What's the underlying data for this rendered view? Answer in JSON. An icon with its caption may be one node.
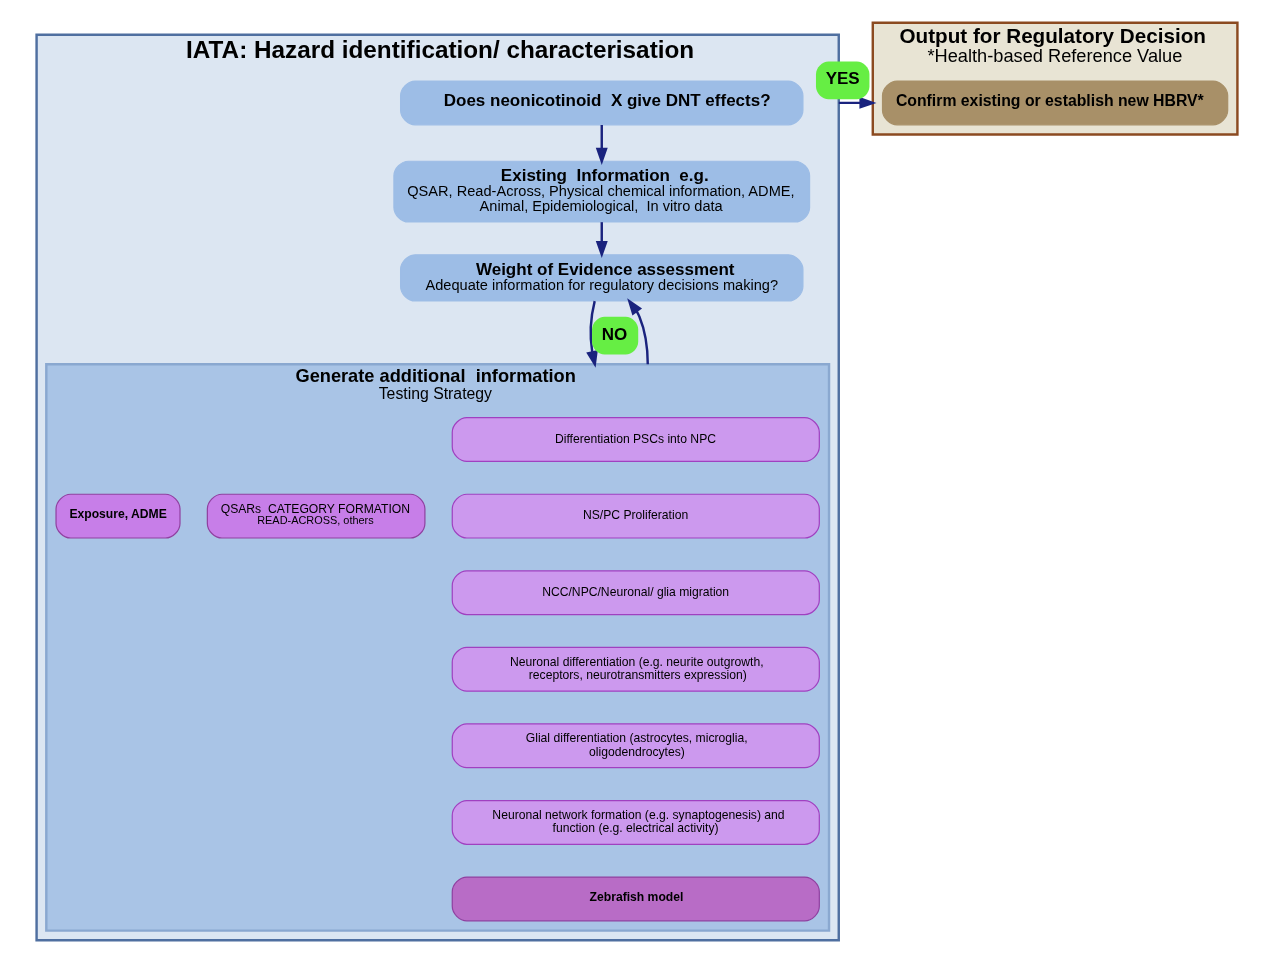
{
  "diagram": {
    "nodes": [
      {
        "text": [
          "IATA: Hazard identification/ characterisation"
        ]
      },
      {
        "text": [
          "Does neonicotinoid  X give DNT effects?"
        ],
        "in": 0
      },
      {
        "text": [
          "Existing  Information  e.g.",
          "QSAR, Read-Across, Physical chemical information, ADME, Animal, Epidemiological,  In vitro data"
        ],
        "in": 0
      },
      {
        "text": [
          "Weight of Evidence assessment",
          "Adequate information for regulatory decisions making?"
        ],
        "in": 0
      },
      {
        "text": [
          "Generate additional  information",
          "Testing Strategy"
        ],
        "in": 0
      },
      {
        "text": [
          "Differentiation PSCs into NPC"
        ],
        "in": 4
      },
      {
        "text": [
          "NS/PC Proliferation"
        ],
        "in": 4
      },
      {
        "text": [
          "NCC/NPC/Neuronal/ glia migration"
        ],
        "in": 4
      },
      {
        "text": [
          "Neuronal differentiation (e.g. neurite outgrowth,  receptors, neurotransmitters expression)"
        ],
        "in": 4
      },
      {
        "text": [
          "Glial differentiation (astrocytes, microglia, oligodendrocytes)"
        ],
        "in": 4
      },
      {
        "text": [
          "Neuronal network formation (e.g. synaptogenesis) and function (e.g. electrical activity)"
        ],
        "in": 4
      },
      {
        "text": [
          "Zebrafish model"
        ],
        "in": 4
      },
      {
        "text": [
          "QSARs  CATEGORY FORMATION",
          "READ-ACROSS, others"
        ],
        "in": 4
      },
      {
        "text": [
          "Exposure, ADME"
        ],
        "in": 4
      },
      {
        "text": [
          "Output for Regulatory Decision",
          "*Health-based Reference Value"
        ]
      },
      {
        "text": [
          "Confirm existing or establish new HBRV*"
        ],
        "in": 14
      }
    ],
    "edges": [
      {
        "from": 1,
        "to": 2,
        "arrow": "to"
      },
      {
        "from": 2,
        "to": 3,
        "arrow": "to"
      },
      {
        "from": 3,
        "to": 4,
        "arrow": "to",
        "label": "NO"
      },
      {
        "from": 4,
        "to": 3,
        "arrow": "to"
      },
      {
        "from": 0,
        "to": 14,
        "arrow": "to",
        "label": "YES"
      }
    ]
  }
}
